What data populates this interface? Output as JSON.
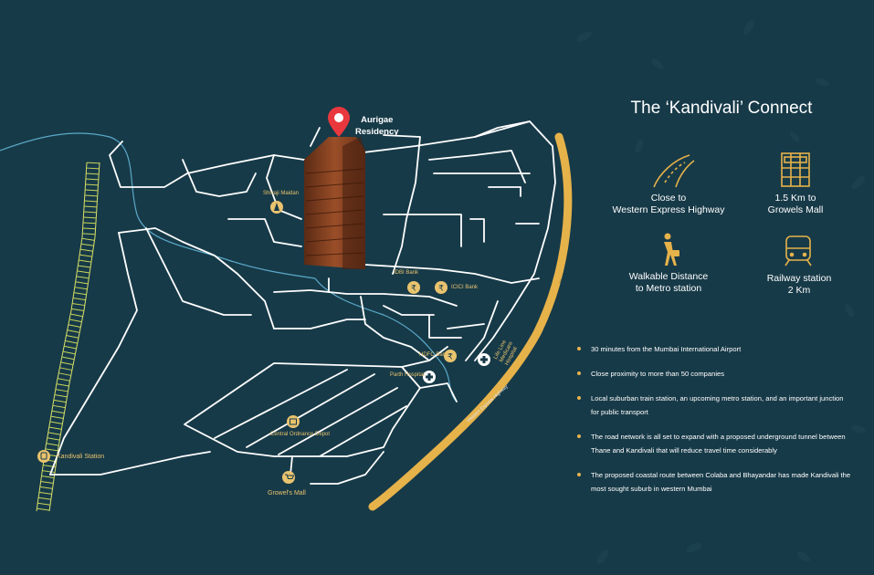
{
  "colors": {
    "background": "#173a48",
    "road": "#ffffff",
    "highway": "#e6b24a",
    "river": "#5aa9c9",
    "label": "#e9c36e",
    "pin": "#e8383d"
  },
  "project": {
    "name_line1": "Aurigae",
    "name_line2": "Residency"
  },
  "places": {
    "shivaji_maidan": "Shivaji Maidan",
    "idbi_bank": "IDBI Bank",
    "icici_bank": "ICICI Bank",
    "hdfc_bank": "HDFC Bank",
    "parth_hospital": "Parth Hospital",
    "lifeline_hospital": "Life Line Medicare Hospital",
    "central_ordnance_depot": "Central Ordnance Depot",
    "kandivali_station": "Kandivali Station",
    "growels_mall": "Growel's Mall"
  },
  "highway_labels": [
    "Western Express Highway",
    "Western Express Highway",
    "Western Express Highway"
  ],
  "panel": {
    "title": "The ‘Kandivali’ Connect",
    "features": [
      {
        "icon": "highway-icon",
        "line1": "Close to",
        "line2": "Western Express Highway"
      },
      {
        "icon": "mall-icon",
        "line1": "1.5 Km to",
        "line2": "Growels Mall"
      },
      {
        "icon": "walking-icon",
        "line1": "Walkable Distance",
        "line2": "to Metro station"
      },
      {
        "icon": "train-icon",
        "line1": "Railway station",
        "line2": "2 Km"
      }
    ],
    "bullets": [
      "30 minutes from the Mumbai International Airport",
      "Close proximity to more than 50 companies",
      "Local suburban train station, an upcoming metro station, and an important junction for public transport",
      "The road network is all set to expand with a proposed underground tunnel between Thane and Kandivali that will reduce travel time considerably",
      "The proposed coastal route between Colaba and Bhayandar has made Kandivali the most sought suburb in western Mumbai"
    ]
  }
}
